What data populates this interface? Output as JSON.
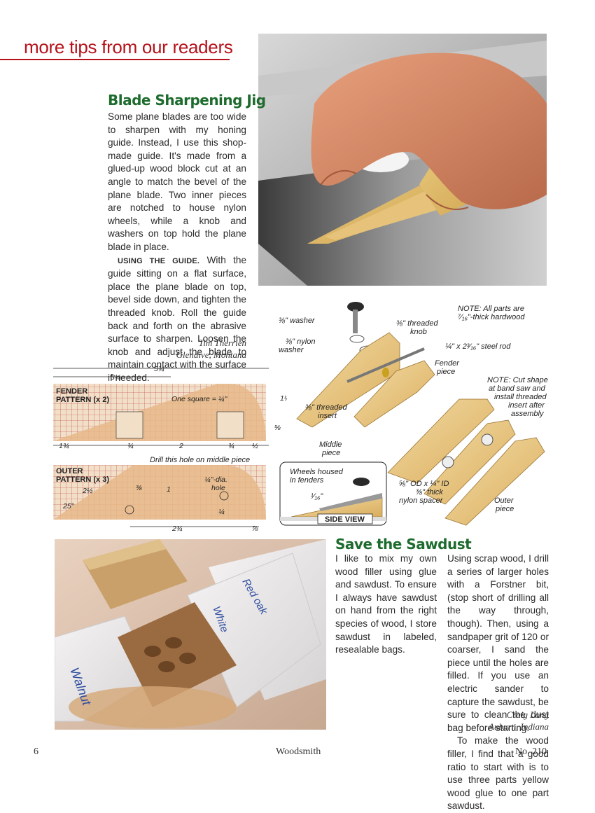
{
  "header": {
    "section_title": "more tips from our readers"
  },
  "article1": {
    "title": "Blade Sharpening Jig",
    "paragraph1": "Some plane blades are too wide to sharpen with my honing guide. Instead, I use this shop-made guide. It's made from a glued-up wood block cut at an angle to match the bevel of the plane blade. Two inner pieces are notched to house nylon wheels, while a knob and washers on top hold the plane blade in place.",
    "runin": "USING THE GUIDE.",
    "paragraph2": "With the guide sitting on a flat surface, place the plane blade on top, bevel side down, and tighten the threaded knob. Roll the guide back and forth on the abrasive surface to sharpen. Loosen the knob and adjust the blade to maintain contact with the surface if needed.",
    "author_name": "Tim Therrien",
    "author_location": "Glendive, Montana"
  },
  "patterns": {
    "fender_label_1": "FENDER",
    "fender_label_2": "PATTERN (x 2)",
    "square_note": "One square = ¼\"",
    "outer_label_1": "OUTER",
    "outer_label_2": "PATTERN (x 3)",
    "drill_note": "Drill this hole on middle piece",
    "hole_note_1": "¼\"-dia.",
    "hole_note_2": "hole",
    "angle": "25°",
    "dim_5_3_4": "5¾",
    "dim_3_1_4": "3¼",
    "dim_1_1_2": "1½",
    "dim_5_8": "⅝",
    "dim_1_3_4": "1¾",
    "dim_3_4a": "¾",
    "dim_2": "2",
    "dim_3_4b": "¾",
    "dim_1_2": "½",
    "dim_2_1_2": "2½",
    "dim_3_8": "⅜",
    "dim_1": "1",
    "dim_1_4": "¼",
    "dim_2_3_4": "2¾",
    "dim_7_8": "⅞"
  },
  "exploded": {
    "washer": "⅜\" washer",
    "nylon_washer_1": "⅜\" nylon",
    "nylon_washer_2": "washer",
    "threaded_knob_1": "⅜\" threaded",
    "threaded_knob_2": "knob",
    "note1_1": "NOTE: All parts are",
    "note1_2": "⁷⁄₁₆\"-thick hardwood",
    "steel_rod": "¼\" x 2³⁄₁₆\" steel rod",
    "fender_piece_1": "Fender",
    "fender_piece_2": "piece",
    "note2_1": "NOTE: Cut shape",
    "note2_2": "at band saw and",
    "note2_3": "install threaded",
    "note2_4": "insert after",
    "note2_5": "assembly",
    "threaded_insert_1": "⅜\" threaded",
    "threaded_insert_2": "insert",
    "middle_piece_1": "Middle",
    "middle_piece_2": "piece",
    "wheels_1": "Wheels housed",
    "wheels_2": "in fenders",
    "side_dim": "¹⁄₁₆\"",
    "side_view": "SIDE VIEW",
    "spacer_1": "⅝\" OD x ¼\" ID",
    "spacer_2": "⅜\" thick",
    "spacer_3": "nylon spacer",
    "outer_piece_1": "Outer",
    "outer_piece_2": "piece"
  },
  "photo2": {
    "bag_label_1": "Walnut",
    "bag_label_2": "White",
    "bag_label_3": "Red oak"
  },
  "article2": {
    "title": "Save the Sawdust",
    "paragraph1": "I like to mix my own wood filler using glue and sawdust. To ensure I always have sawdust on hand from the right species of wood, I store sawdust in labeled, resealable bags.",
    "paragraph2": "Using scrap wood, I drill a series of larger holes with a Forstner bit, (stop short of drilling all the way through, though). Then, using a sandpaper grit of 120 or coarser, I sand the piece until the holes are filled. If you use an electric sander to capture the sawdust, be sure to clean the dust bag before starting.",
    "paragraph3": "To make the wood filler, I find that a good ratio to start with is to use three parts yellow wood glue to one part sawdust.",
    "author_name": "Craig Long",
    "author_location": "Auburn, Indiana"
  },
  "footer": {
    "page_number": "6",
    "magazine": "Woodsmith",
    "issue": "No. 210"
  }
}
